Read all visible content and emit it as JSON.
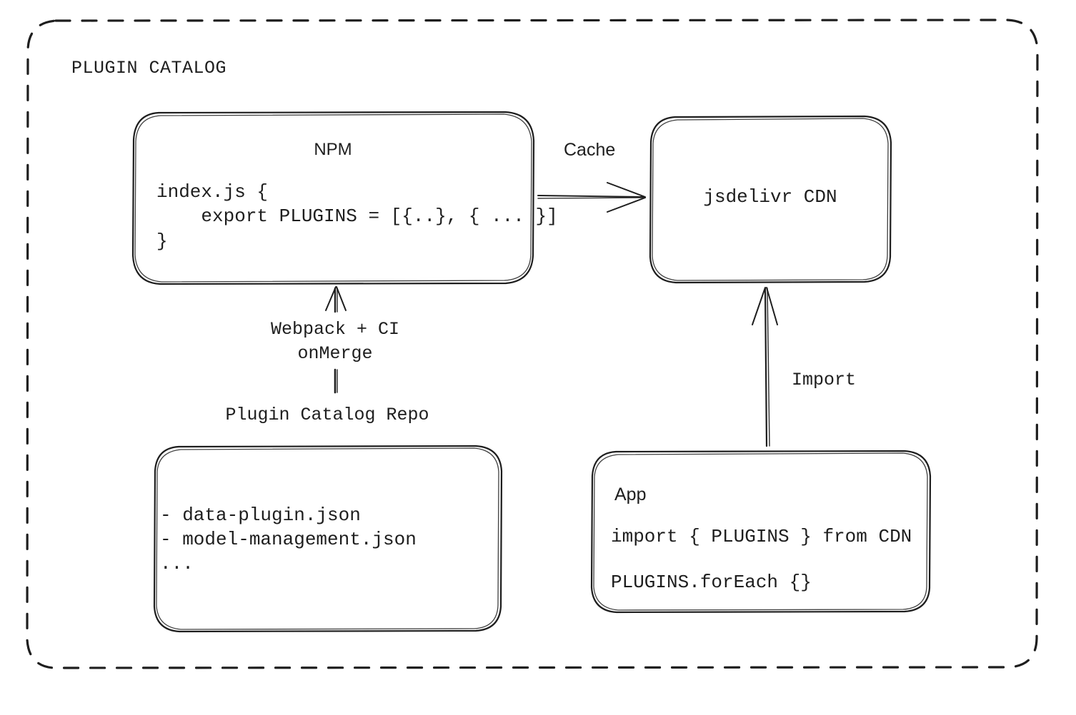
{
  "diagram": {
    "container": {
      "title": "PLUGIN CATALOG",
      "border_style": "dashed",
      "stroke_color": "#1e1e1e"
    },
    "nodes": {
      "npm": {
        "title": "NPM",
        "code": "index.js {\n    export PLUGINS = [{..}, { ... }]\n}"
      },
      "cdn": {
        "title": "jsdelivr CDN"
      },
      "repo": {
        "caption": "Plugin Catalog Repo",
        "items": "- data-plugin.json\n- model-management.json\n..."
      },
      "app": {
        "title": "App",
        "code_line_1": "import { PLUGINS } from CDN",
        "code_line_2": "PLUGINS.forEach {}"
      }
    },
    "edges": {
      "cache": {
        "label": "Cache",
        "from": "npm",
        "to": "cdn"
      },
      "build": {
        "label": "Webpack + CI\nonMerge",
        "from": "repo",
        "to": "npm"
      },
      "import": {
        "label": "Import",
        "from": "app",
        "to": "cdn"
      }
    }
  }
}
